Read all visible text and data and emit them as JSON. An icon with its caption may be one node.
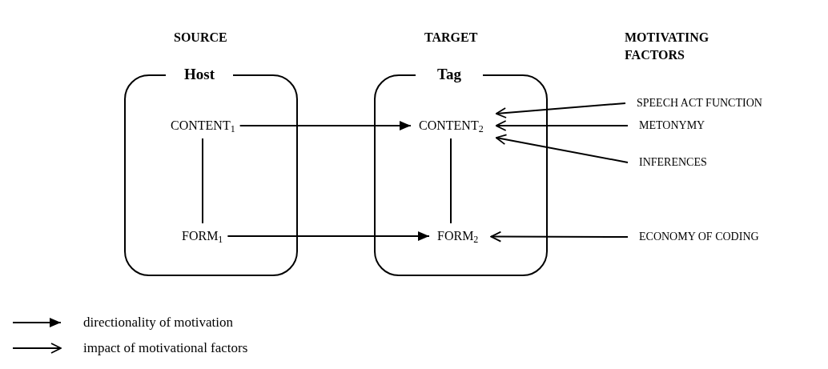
{
  "diagram": {
    "nodes": [
      {
        "text": [
          "Host"
        ]
      },
      {
        "text": [
          "CONTENT$_{1}$"
        ],
        "in": 0
      },
      {
        "text": [
          "FORM$_{1}$"
        ],
        "in": 0
      },
      {
        "text": [
          "Tag"
        ]
      },
      {
        "text": [
          "CONTENT$_{2}$"
        ],
        "in": 3
      },
      {
        "text": [
          "FORM$_{2}$"
        ],
        "in": 3
      },
      {
        "text": [
          "SPEECH ACT FUNCTION"
        ]
      },
      {
        "text": [
          "METONYMY"
        ]
      },
      {
        "text": [
          "INFERENCES"
        ]
      },
      {
        "text": [
          "ECONOMY OF CODING"
        ]
      }
    ],
    "edges": [
      {
        "from": 1,
        "to": 4,
        "arrow": "to"
      },
      {
        "from": 2,
        "to": 5,
        "arrow": "to"
      },
      {
        "from": 1,
        "to": 2,
        "arrow": "none"
      },
      {
        "from": 4,
        "to": 5,
        "arrow": "none"
      },
      {
        "from": 6,
        "to": 4,
        "arrow": "to"
      },
      {
        "from": 7,
        "to": 4,
        "arrow": "to"
      },
      {
        "from": 8,
        "to": 4,
        "arrow": "to"
      },
      {
        "from": 9,
        "to": 5,
        "arrow": "to"
      }
    ],
    "labels": [
      "SOURCE",
      "TARGET",
      "MOTIVATING FACTORS"
    ],
    "legend": [
      {
        "text": "directionality of motivation"
      },
      {
        "text": "impact of motivational factors"
      }
    ]
  }
}
